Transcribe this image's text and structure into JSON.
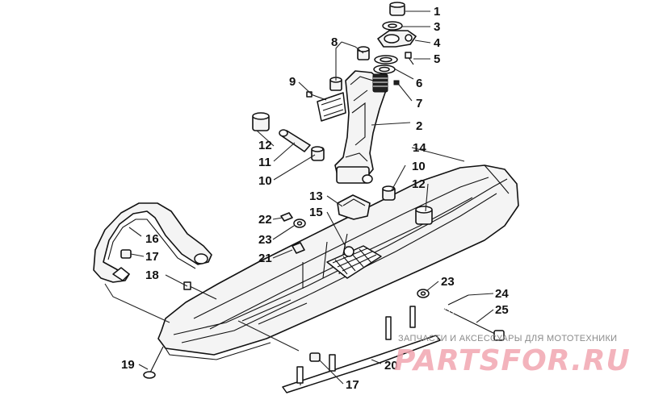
{
  "diagram": {
    "callouts": [
      "1",
      "2",
      "3",
      "4",
      "5",
      "6",
      "7",
      "8",
      "9",
      "10",
      "10",
      "11",
      "12",
      "12",
      "13",
      "15",
      "14",
      "16",
      "17",
      "17",
      "18",
      "19",
      "20",
      "21",
      "22",
      "23",
      "23",
      "24",
      "25"
    ]
  },
  "watermark": {
    "tagline": "ЗАПЧАСТИ И АКСЕССУАРЫ ДЛЯ МОТОТЕХНИКИ",
    "brand": "PARTSFOR.RU"
  }
}
